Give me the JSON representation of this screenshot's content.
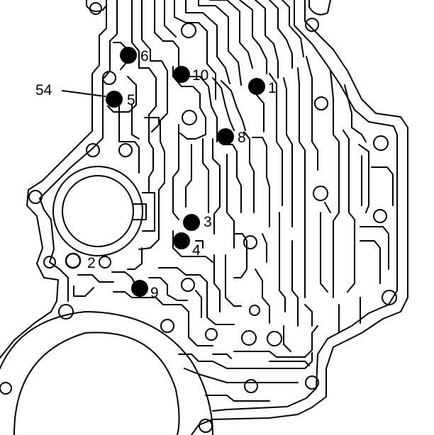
{
  "diagram": {
    "callout": "54",
    "balls": [
      {
        "id": "ball-1",
        "label": "1",
        "style": "filled"
      },
      {
        "id": "ball-2",
        "label": "2",
        "style": "hollow"
      },
      {
        "id": "ball-3",
        "label": "3",
        "style": "filled"
      },
      {
        "id": "ball-4",
        "label": "4",
        "style": "filled"
      },
      {
        "id": "ball-5",
        "label": "5",
        "style": "filled"
      },
      {
        "id": "ball-6",
        "label": "6",
        "style": "filled"
      },
      {
        "id": "ball-8",
        "label": "8",
        "style": "filled"
      },
      {
        "id": "ball-9",
        "label": "9",
        "style": "filled"
      },
      {
        "id": "ball-10",
        "label": "10",
        "style": "filled"
      }
    ]
  }
}
